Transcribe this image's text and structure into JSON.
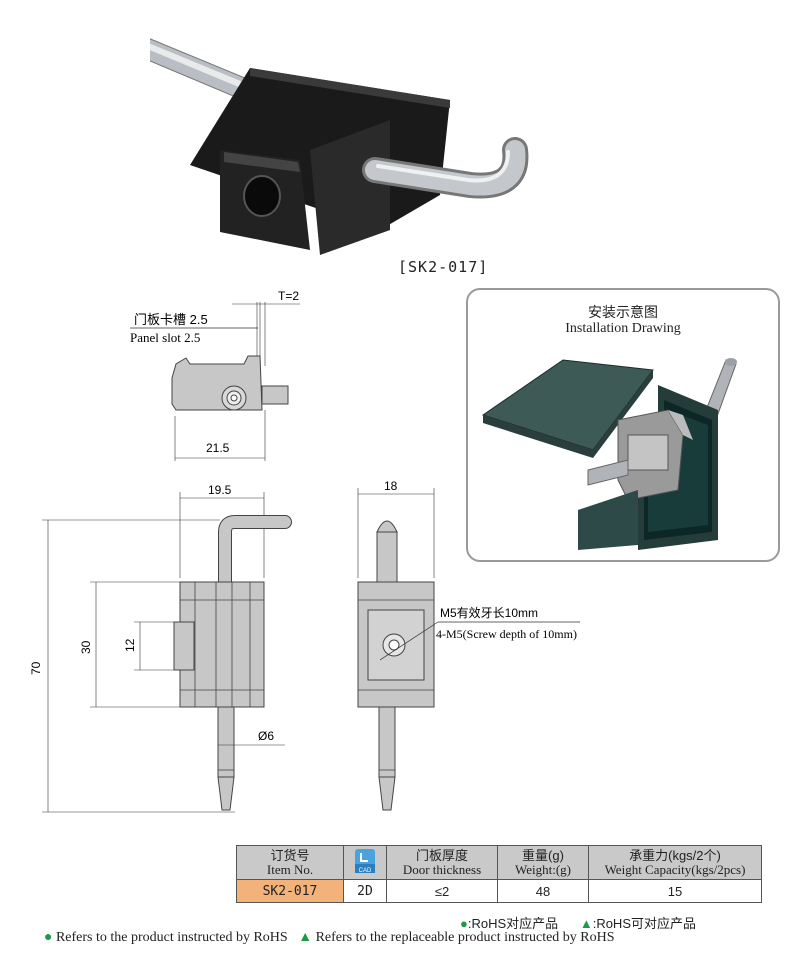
{
  "product": {
    "model_label": "[SK2-017]"
  },
  "installation": {
    "title_cn": "安装示意图",
    "title_en": "Installation Drawing"
  },
  "top_view": {
    "slot_cn": "门板卡槽 2.5",
    "slot_en": "Panel slot 2.5",
    "thickness": "T=2",
    "width": "21.5"
  },
  "front_view": {
    "width": "19.5",
    "height_total": "70",
    "height_body": "30",
    "height_slot": "12",
    "diameter": "Ø6"
  },
  "side_view": {
    "width": "18",
    "screw_cn": "M5有效牙长10mm",
    "screw_en": "4-M5(Screw depth of 10mm)"
  },
  "table": {
    "headers": [
      {
        "cn": "订货号",
        "en": "Item No."
      },
      {
        "cn": "CAD",
        "en": ""
      },
      {
        "cn": "门板厚度",
        "en": "Door thickness"
      },
      {
        "cn": "重量(g)",
        "en": "Weight:(g)"
      },
      {
        "cn": "承重力(kgs/2个)",
        "en": "Weight Capacity(kgs/2pcs)"
      }
    ],
    "row": {
      "item_no": "SK2-017",
      "cad": "2D",
      "door_thickness": "≤2",
      "weight": "48",
      "capacity": "15"
    }
  },
  "legend": {
    "rohs_cn": ":RoHS对应产品",
    "rohs_replace_cn": ":RoHS可对应产品",
    "rohs_en": "Refers to the product instructed by RoHS",
    "rohs_replace_en": "Refers to the replaceable product instructed by RoHS"
  },
  "colors": {
    "body_black": "#1a1a1a",
    "pin_silver": "#b9bec4",
    "drawing_gray": "#c7c7c7",
    "panel_teal": "#3d5a57",
    "accent_orange": "#f2b27a",
    "rohs_green": "#1c9a4a"
  }
}
